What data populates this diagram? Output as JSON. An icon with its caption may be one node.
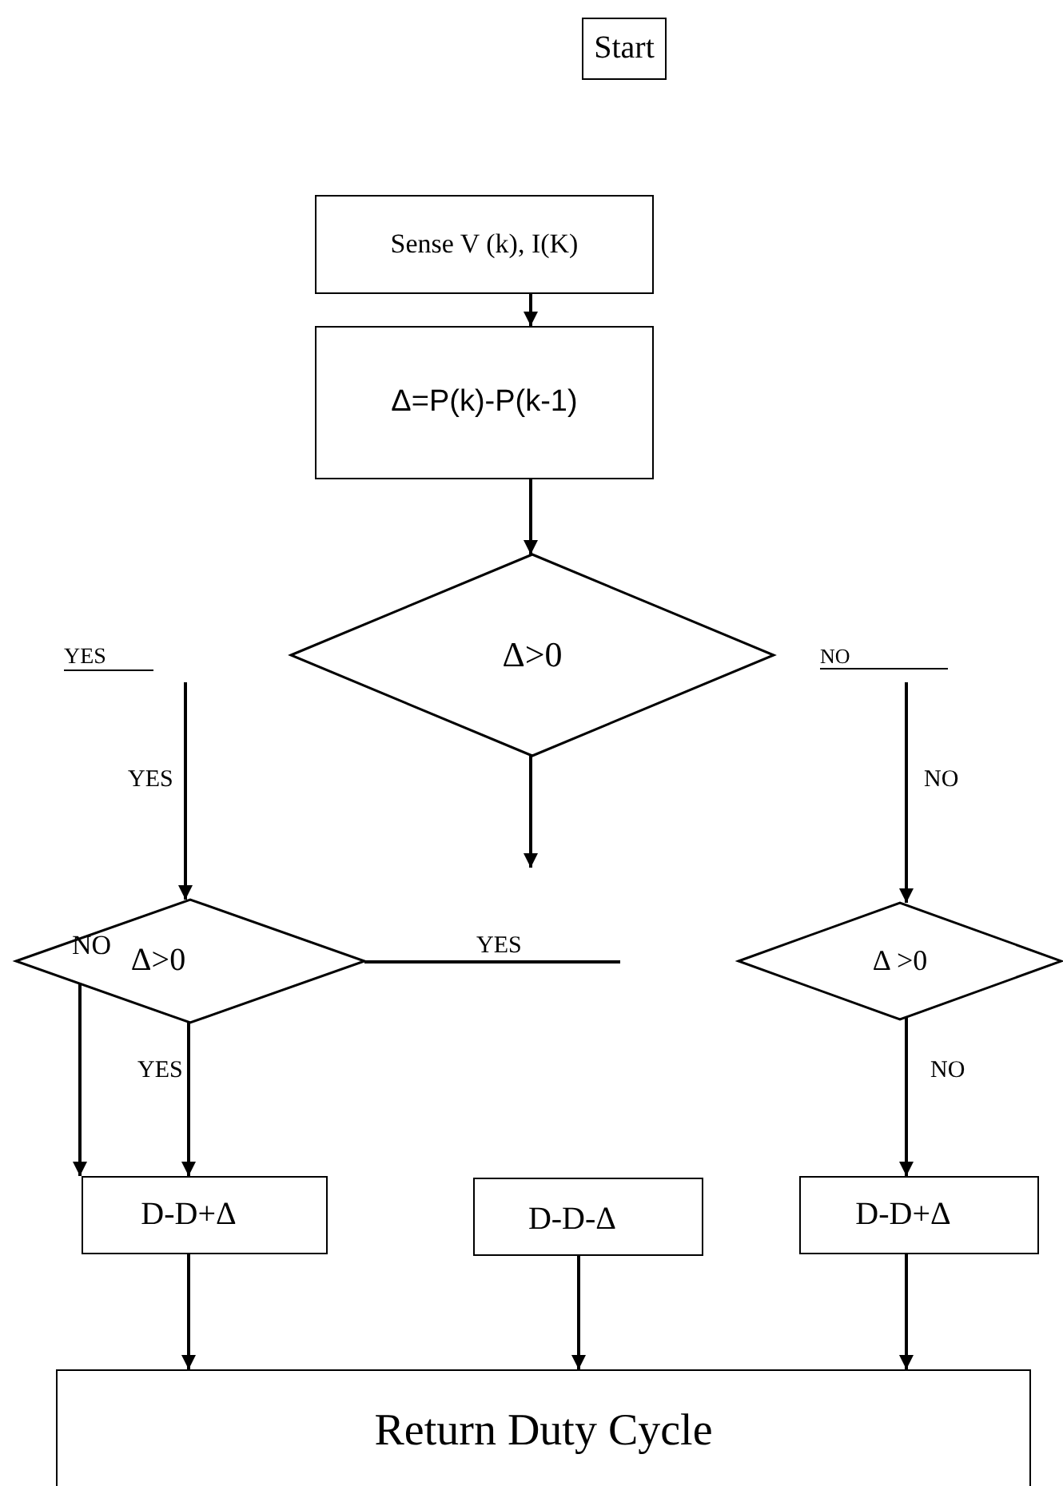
{
  "diagram": {
    "nodes": [
      {
        "text": [
          "Start"
        ]
      },
      {
        "text": [
          "Sense V (k), I(K)"
        ]
      },
      {
        "text": [
          "Δ=P(k)-P(k-1)"
        ]
      },
      {
        "text": [
          "Δ>0"
        ]
      },
      {
        "text": [
          "Δ>0"
        ]
      },
      {
        "text": [
          "Δ >0"
        ]
      },
      {
        "text": [
          "D-D+Δ"
        ]
      },
      {
        "text": [
          "D-D-Δ"
        ]
      },
      {
        "text": [
          "D-D+Δ"
        ]
      },
      {
        "text": [
          "Return Duty Cycle"
        ]
      }
    ],
    "edges": [
      {
        "from": 1,
        "to": 2,
        "arrow": "to"
      },
      {
        "from": 2,
        "to": 3,
        "arrow": "to"
      },
      {
        "from": 3,
        "to": null,
        "arrow": "to"
      },
      {
        "from": null,
        "to": 4,
        "arrow": "to",
        "label": "YES"
      },
      {
        "from": null,
        "to": 5,
        "arrow": "to",
        "label": "NO"
      },
      {
        "from": 4,
        "to": null,
        "arrow": "none",
        "label": "YES"
      },
      {
        "from": 4,
        "to": 6,
        "arrow": "to"
      },
      {
        "from": 4,
        "to": 6,
        "arrow": "to",
        "label": "YES"
      },
      {
        "from": 5,
        "to": 8,
        "arrow": "to",
        "label": "NO"
      },
      {
        "from": 6,
        "to": 9,
        "arrow": "to"
      },
      {
        "from": 7,
        "to": 9,
        "arrow": "to"
      },
      {
        "from": 8,
        "to": 9,
        "arrow": "to"
      }
    ],
    "labels": [
      "YES",
      "NO",
      "NO"
    ]
  }
}
